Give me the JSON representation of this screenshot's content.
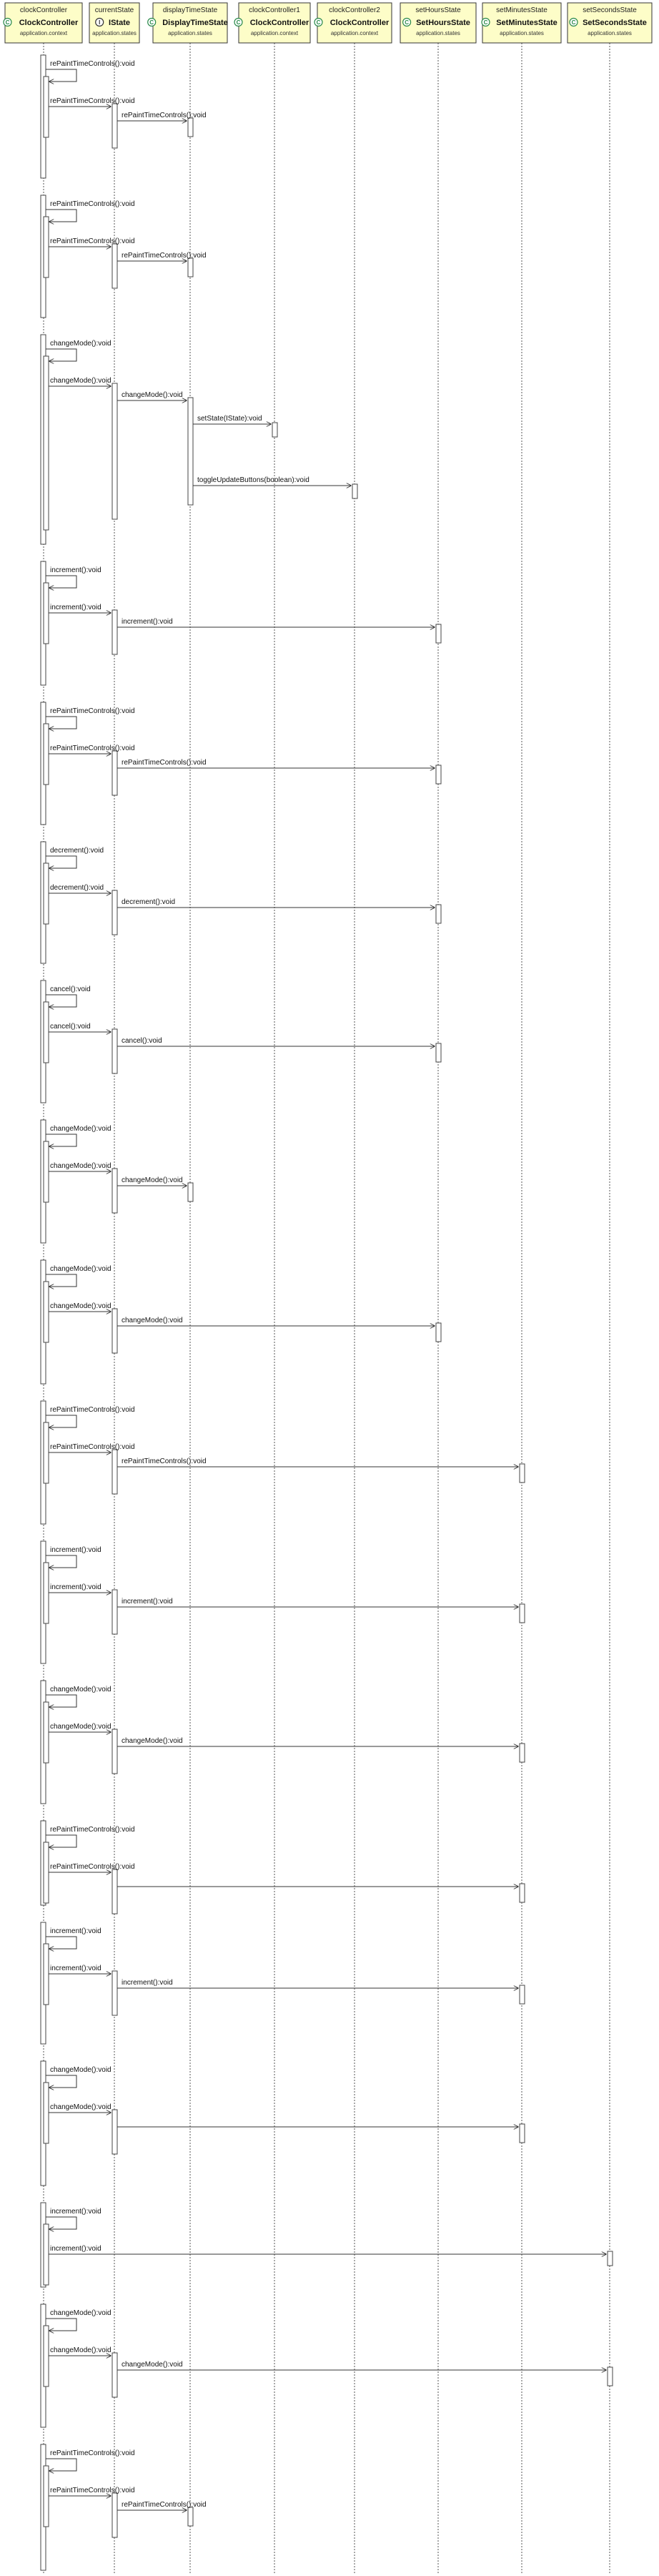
{
  "objects": [
    {
      "name": "clockController",
      "class": "ClockController",
      "stereotype": "application.context",
      "icon": "class-icon"
    },
    {
      "name": "currentState",
      "class": "IState",
      "stereotype": "application.states",
      "icon": "interface-icon"
    },
    {
      "name": "displayTimeState",
      "class": "DisplayTimeState",
      "stereotype": "application.states",
      "icon": "class-icon"
    },
    {
      "name": "clockController1",
      "class": "ClockController",
      "stereotype": "application.context",
      "icon": "class-icon"
    },
    {
      "name": "clockController2",
      "class": "ClockController",
      "stereotype": "application.context",
      "icon": "class-icon"
    },
    {
      "name": "setHoursState",
      "class": "SetHoursState",
      "stereotype": "application.states",
      "icon": "class-icon"
    },
    {
      "name": "setMinutesState",
      "class": "SetMinutesState",
      "stereotype": "application.states",
      "icon": "class-icon"
    },
    {
      "name": "setSecondsState",
      "class": "SetSecondsState",
      "stereotype": "application.states",
      "icon": "class-icon"
    }
  ],
  "fragments": [
    {
      "self_label": "rePaintTimeControls():void",
      "call_label": "rePaintTimeControls():void",
      "target": 2,
      "target_label": "rePaintTimeControls():void"
    },
    {
      "self_label": "rePaintTimeControls():void",
      "call_label": "rePaintTimeControls():void",
      "target": 2,
      "target_label": "rePaintTimeControls():void"
    },
    {
      "self_label": "changeMode():void",
      "call_label": "changeMode():void",
      "target": 2,
      "target_label": "changeMode():void",
      "extra": [
        {
          "from": 2,
          "to": 3,
          "label": "setState(IState):void"
        },
        {
          "from": 2,
          "to": 4,
          "label": "toggleUpdateButtons(boolean):void"
        }
      ]
    },
    {
      "self_label": "increment():void",
      "call_label": "increment():void",
      "target": 5,
      "target_label": "increment():void"
    },
    {
      "self_label": "rePaintTimeControls():void",
      "call_label": "rePaintTimeControls():void",
      "target": 5,
      "target_label": "rePaintTimeControls():void"
    },
    {
      "self_label": "decrement():void",
      "call_label": "decrement():void",
      "target": 5,
      "target_label": "decrement():void"
    },
    {
      "self_label": "cancel():void",
      "call_label": "cancel():void",
      "target": 5,
      "target_label": "cancel():void"
    },
    {
      "self_label": "changeMode():void",
      "call_label": "changeMode():void",
      "target": 2,
      "target_label": "changeMode():void"
    },
    {
      "self_label": "changeMode():void",
      "call_label": "changeMode():void",
      "target": 5,
      "target_label": "changeMode():void"
    },
    {
      "self_label": "rePaintTimeControls():void",
      "call_label": "rePaintTimeControls():void",
      "target": 6,
      "target_label": "rePaintTimeControls():void"
    },
    {
      "self_label": "increment():void",
      "call_label": "increment():void",
      "target": 6,
      "target_label": "increment():void"
    },
    {
      "self_label": "changeMode():void",
      "call_label": "changeMode():void",
      "target": 6,
      "target_label": "changeMode():void"
    },
    {
      "self_label": "rePaintTimeControls():void",
      "call_label": "rePaintTimeControls():void",
      "target": 6,
      "target_label": ""
    },
    {
      "self_label": "increment():void",
      "call_label": "increment():void",
      "target": 6,
      "target_label": "increment():void"
    },
    {
      "self_label": "changeMode():void",
      "call_label": "changeMode():void",
      "target": 6,
      "target_label": ""
    },
    {
      "self_label": "increment():void",
      "call_label": "increment():void",
      "target": 7,
      "target_label": "",
      "direct": true
    },
    {
      "self_label": "changeMode():void",
      "call_label": "changeMode():void",
      "target": 7,
      "target_label": "changeMode():void"
    },
    {
      "self_label": "rePaintTimeControls():void",
      "call_label": "rePaintTimeControls():void",
      "target": 2,
      "target_label": "rePaintTimeControls():void"
    }
  ]
}
